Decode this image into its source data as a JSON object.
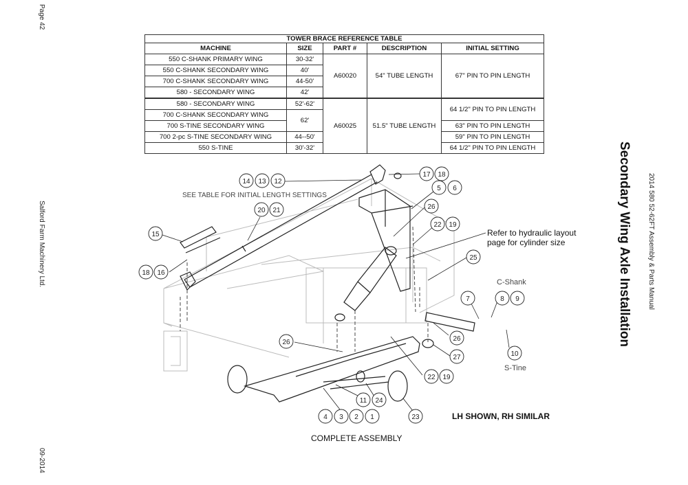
{
  "page": {
    "page_number": "Page 42",
    "company": "Salford Farm Machinery Ltd.",
    "date": "09-2014",
    "manual": "2014 580 52-62FT Assembly & Parts Manual",
    "title": "Secondary Wing Axle Installation"
  },
  "table": {
    "title": "TOWER BRACE REFERENCE TABLE",
    "headers": [
      "MACHINE",
      "SIZE",
      "PART #",
      "DESCRIPTION",
      "INITIAL SETTING"
    ],
    "group1": {
      "part": "A60020",
      "description": "54\" TUBE LENGTH",
      "setting": "67\" PIN TO PIN LENGTH",
      "rows": [
        {
          "machine": "550 C-SHANK PRIMARY WING",
          "size": "30-32'"
        },
        {
          "machine": "550 C-SHANK SECONDARY WING",
          "size": "40'"
        },
        {
          "machine": "700 C-SHANK SECONDARY WING",
          "size": "44-50'"
        },
        {
          "machine": "580 - SECONDARY WING",
          "size": "42'"
        }
      ]
    },
    "group2": {
      "part": "A60025",
      "description": "51.5\" TUBE LENGTH",
      "rows": [
        {
          "machine": "580 - SECONDARY WING",
          "size": "52'-62'",
          "setting": "64 1/2\" PIN TO PIN LENGTH"
        },
        {
          "machine": "700 C-SHANK SECONDARY WING",
          "size": "62'"
        },
        {
          "machine": "700 S-TINE SECONDARY WING",
          "setting": "63\" PIN TO PIN LENGTH"
        },
        {
          "machine": "700 2-pc S-TINE SECONDARY WING",
          "size": "44--50'",
          "setting": "59\" PIN TO PIN LENGTH"
        },
        {
          "machine": "550 S-TINE",
          "size": "30'-32'",
          "setting": "64 1/2\" PIN TO PIN LENGTH"
        }
      ]
    }
  },
  "diagram": {
    "see_table_note": "SEE TABLE FOR INITIAL LENGTH SETTINGS",
    "hydraulic_note_line1": "Refer to hydraulic layout",
    "hydraulic_note_line2": "page for cylinder size",
    "c_shank": "C-Shank",
    "s_tine": "S-Tine",
    "lh_shown": "LH SHOWN, RH SIMILAR",
    "complete_assembly": "COMPLETE ASSEMBLY",
    "callouts": [
      "14",
      "13",
      "12",
      "17",
      "18",
      "5",
      "6",
      "26",
      "22",
      "19",
      "20",
      "21",
      "15",
      "18",
      "16",
      "25",
      "7",
      "8",
      "9",
      "10",
      "26",
      "27",
      "26",
      "22",
      "19",
      "11",
      "24",
      "4",
      "3",
      "2",
      "1",
      "23"
    ]
  }
}
